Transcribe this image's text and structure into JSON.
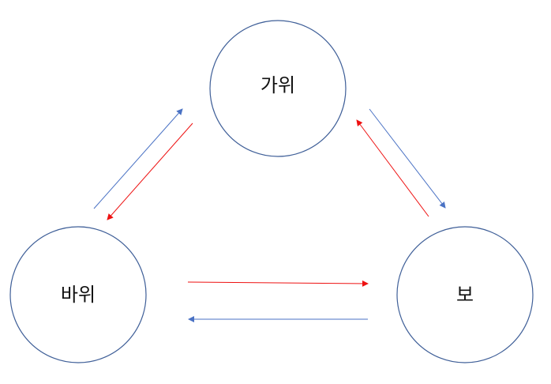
{
  "nodes": {
    "scissors": {
      "label": "가위"
    },
    "rock": {
      "label": "바위"
    },
    "paper": {
      "label": "보"
    }
  },
  "colors": {
    "node_stroke": "#3f5f98",
    "blue_arrow": "#4a72c4",
    "red_arrow": "#ee1111",
    "text": "#111111"
  }
}
